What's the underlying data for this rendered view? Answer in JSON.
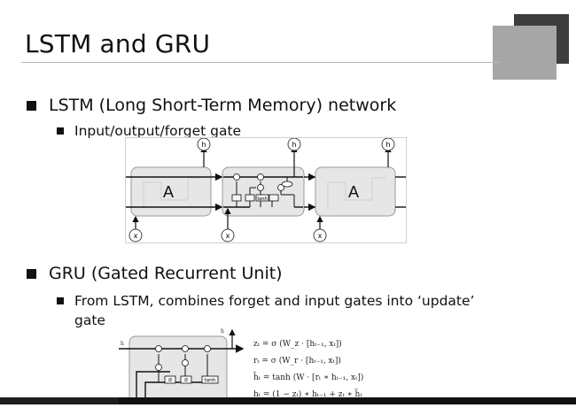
{
  "slide": {
    "title": "LSTM and GRU",
    "bullets": [
      {
        "text": "LSTM (Long Short-Term Memory) network",
        "sub": [
          "Input/output/forget gate"
        ]
      },
      {
        "text": "GRU (Gated Recurrent Unit)",
        "sub": [
          "From LSTM, combines forget and input gates into ‘update’",
          "gate"
        ]
      }
    ]
  },
  "lstm_figure": {
    "cell_label_left": "A",
    "cell_label_right": "A",
    "op_tanh": "tanh",
    "op_sigma": "σ"
  },
  "gru_figure": {
    "op_tanh": "tanh",
    "op_sigma": "σ",
    "equations": [
      "zₜ = σ (W_z · [hₜ₋₁, xₜ])",
      "rₜ = σ (W_r · [hₜ₋₁, xₜ])",
      "h̃ₜ = tanh (W · [rₜ ∗ hₜ₋₁, xₜ])",
      "hₜ = (1 − zₜ) ∗ hₜ₋₁ + zₜ ∗ h̃ₜ"
    ]
  },
  "colors": {
    "deco_dark": "#3d3d3d",
    "deco_light": "#a6a6a6",
    "cell_fill": "#e6e6e6"
  }
}
